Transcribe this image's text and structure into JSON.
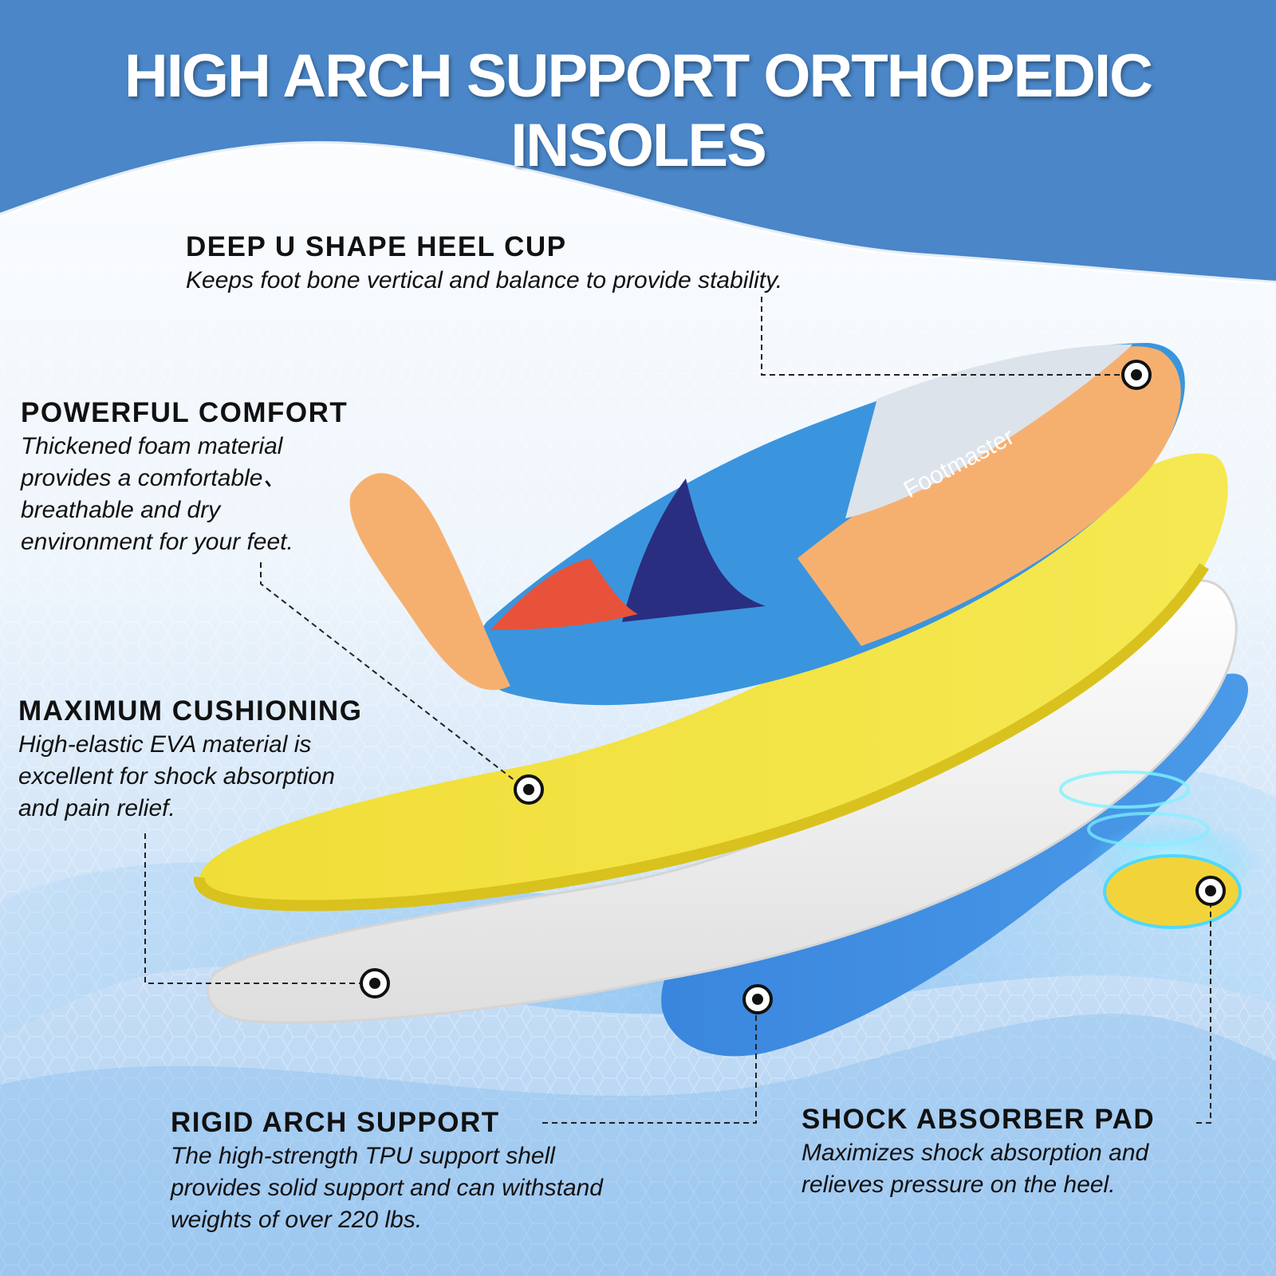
{
  "title": "HIGH ARCH SUPPORT ORTHOPEDIC INSOLES",
  "brand": "Footmaster",
  "colors": {
    "banner": "#4a86c8",
    "yellow_layer": "#f2e23a",
    "white_layer": "#f7f7f7",
    "blue_layer": "#3d8be0",
    "top_orange": "#f5b070",
    "top_blue": "#3a95de",
    "top_navy": "#2a2e80",
    "top_red": "#e8523a"
  },
  "features": [
    {
      "id": "heel-cup",
      "heading": "DEEP U SHAPE HEEL CUP",
      "lines": [
        "Keeps foot bone vertical and balance to provide stability."
      ]
    },
    {
      "id": "comfort",
      "heading": "POWERFUL COMFORT",
      "lines": [
        "Thickened foam material",
        "provides a comfortable、",
        "breathable and dry",
        "environment for your feet."
      ]
    },
    {
      "id": "cushioning",
      "heading": "MAXIMUM CUSHIONING",
      "lines": [
        "High-elastic EVA material is",
        "excellent for shock absorption",
        "and pain relief."
      ]
    },
    {
      "id": "arch-support",
      "heading": "RIGID ARCH SUPPORT",
      "lines": [
        "The high-strength TPU support shell",
        "provides solid support and can withstand",
        "weights of over 220 lbs."
      ]
    },
    {
      "id": "shock-pad",
      "heading": "SHOCK ABSORBER PAD",
      "lines": [
        "Maximizes shock absorption and",
        "relieves pressure on the heel."
      ]
    }
  ]
}
